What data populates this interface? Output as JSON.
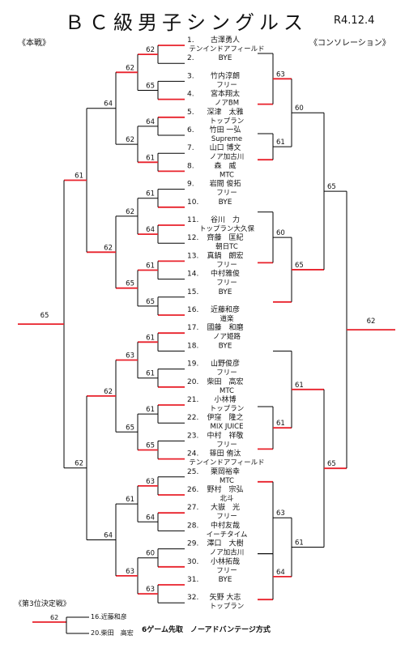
{
  "header": {
    "title": "ＢＣ級男子シングルス",
    "date": "R4.12.4",
    "main_label": "《本戦》",
    "consolation_label": "《コンソレーション》"
  },
  "players": [
    {
      "no": "1.",
      "name": "古澤勇人",
      "club": "テンインドアフィールド"
    },
    {
      "no": "2.",
      "name": "BYE",
      "club": ""
    },
    {
      "no": "3.",
      "name": "竹内淳朗",
      "club": "フリー"
    },
    {
      "no": "4.",
      "name": "宮本翔太",
      "club": "ノアBM"
    },
    {
      "no": "5.",
      "name": "深津　太雅",
      "club": "トップラン"
    },
    {
      "no": "6.",
      "name": "竹田 一弘",
      "club": "Supreme"
    },
    {
      "no": "7.",
      "name": "山口 博文",
      "club": "ノア加古川"
    },
    {
      "no": "8.",
      "name": "森　威",
      "club": "MTC"
    },
    {
      "no": "9.",
      "name": "岩間 俊拓",
      "club": "フリー"
    },
    {
      "no": "10.",
      "name": "BYE",
      "club": ""
    },
    {
      "no": "11.",
      "name": "谷川　力",
      "club": "トップラン大久保"
    },
    {
      "no": "12.",
      "name": "齊藤　匡紀",
      "club": "朝日TC"
    },
    {
      "no": "13.",
      "name": "真鍋　朗宏",
      "club": "フリー"
    },
    {
      "no": "14.",
      "name": "中村雅俊",
      "club": "フリー"
    },
    {
      "no": "15.",
      "name": "BYE",
      "club": ""
    },
    {
      "no": "16.",
      "name": "近藤和彦",
      "club": "道楽"
    },
    {
      "no": "17.",
      "name": "國藤　和磨",
      "club": "ノア姫路"
    },
    {
      "no": "18.",
      "name": "BYE",
      "club": ""
    },
    {
      "no": "19.",
      "name": "山野俊彦",
      "club": "フリー"
    },
    {
      "no": "20.",
      "name": "柴田　高宏",
      "club": "MTC"
    },
    {
      "no": "21.",
      "name": "小林博",
      "club": "トップラン"
    },
    {
      "no": "22.",
      "name": "伊窪　隆之",
      "club": "MIX JUICE"
    },
    {
      "no": "23.",
      "name": "中村　祥敬",
      "club": "フリー"
    },
    {
      "no": "24.",
      "name": "篠田 侑汰",
      "club": "テンインドアフィールド"
    },
    {
      "no": "25.",
      "name": "栗岡裕幸",
      "club": "MTC"
    },
    {
      "no": "26.",
      "name": "野村　宗弘",
      "club": "北斗"
    },
    {
      "no": "27.",
      "name": "大嶽　光",
      "club": "フリー"
    },
    {
      "no": "28.",
      "name": "中村友哉",
      "club": "イーチタイム"
    },
    {
      "no": "29.",
      "name": "澤口　大樹",
      "club": "ノア加古川"
    },
    {
      "no": "30.",
      "name": "小林拓哉",
      "club": "フリー"
    },
    {
      "no": "31.",
      "name": "BYE",
      "club": ""
    },
    {
      "no": "32.",
      "name": "矢野 大志",
      "club": "トップラン"
    }
  ],
  "scores": {
    "main_r1": [
      "62",
      "65",
      "64",
      "61",
      "61",
      "64",
      "61",
      "65",
      "61",
      "61",
      "61",
      "65",
      "63",
      "64",
      "60",
      "63"
    ],
    "main_r2": [
      "62",
      "62",
      "62",
      "65",
      "63",
      "65",
      "61",
      "63"
    ],
    "main_r3": [
      "64",
      "62",
      "62",
      "64"
    ],
    "main_r4": [
      "61",
      "62"
    ],
    "main_final": "65",
    "cons_r1": [
      "63",
      "61",
      "60",
      "61",
      "63",
      "64"
    ],
    "cons_r2": [
      "60",
      "65",
      "61",
      "61"
    ],
    "cons_r3": [
      "65",
      "65"
    ],
    "cons_final": "62"
  },
  "third_place": {
    "title": "《第3位決定戦》",
    "player_a": "16.近藤和彦",
    "player_b": "20.柴田　高宏",
    "score": "62"
  },
  "footer": {
    "note": "6ゲーム先取　ノーアドバンテージ方式"
  },
  "colors": {
    "line": "#000000",
    "winner_line": "#e8202a"
  }
}
